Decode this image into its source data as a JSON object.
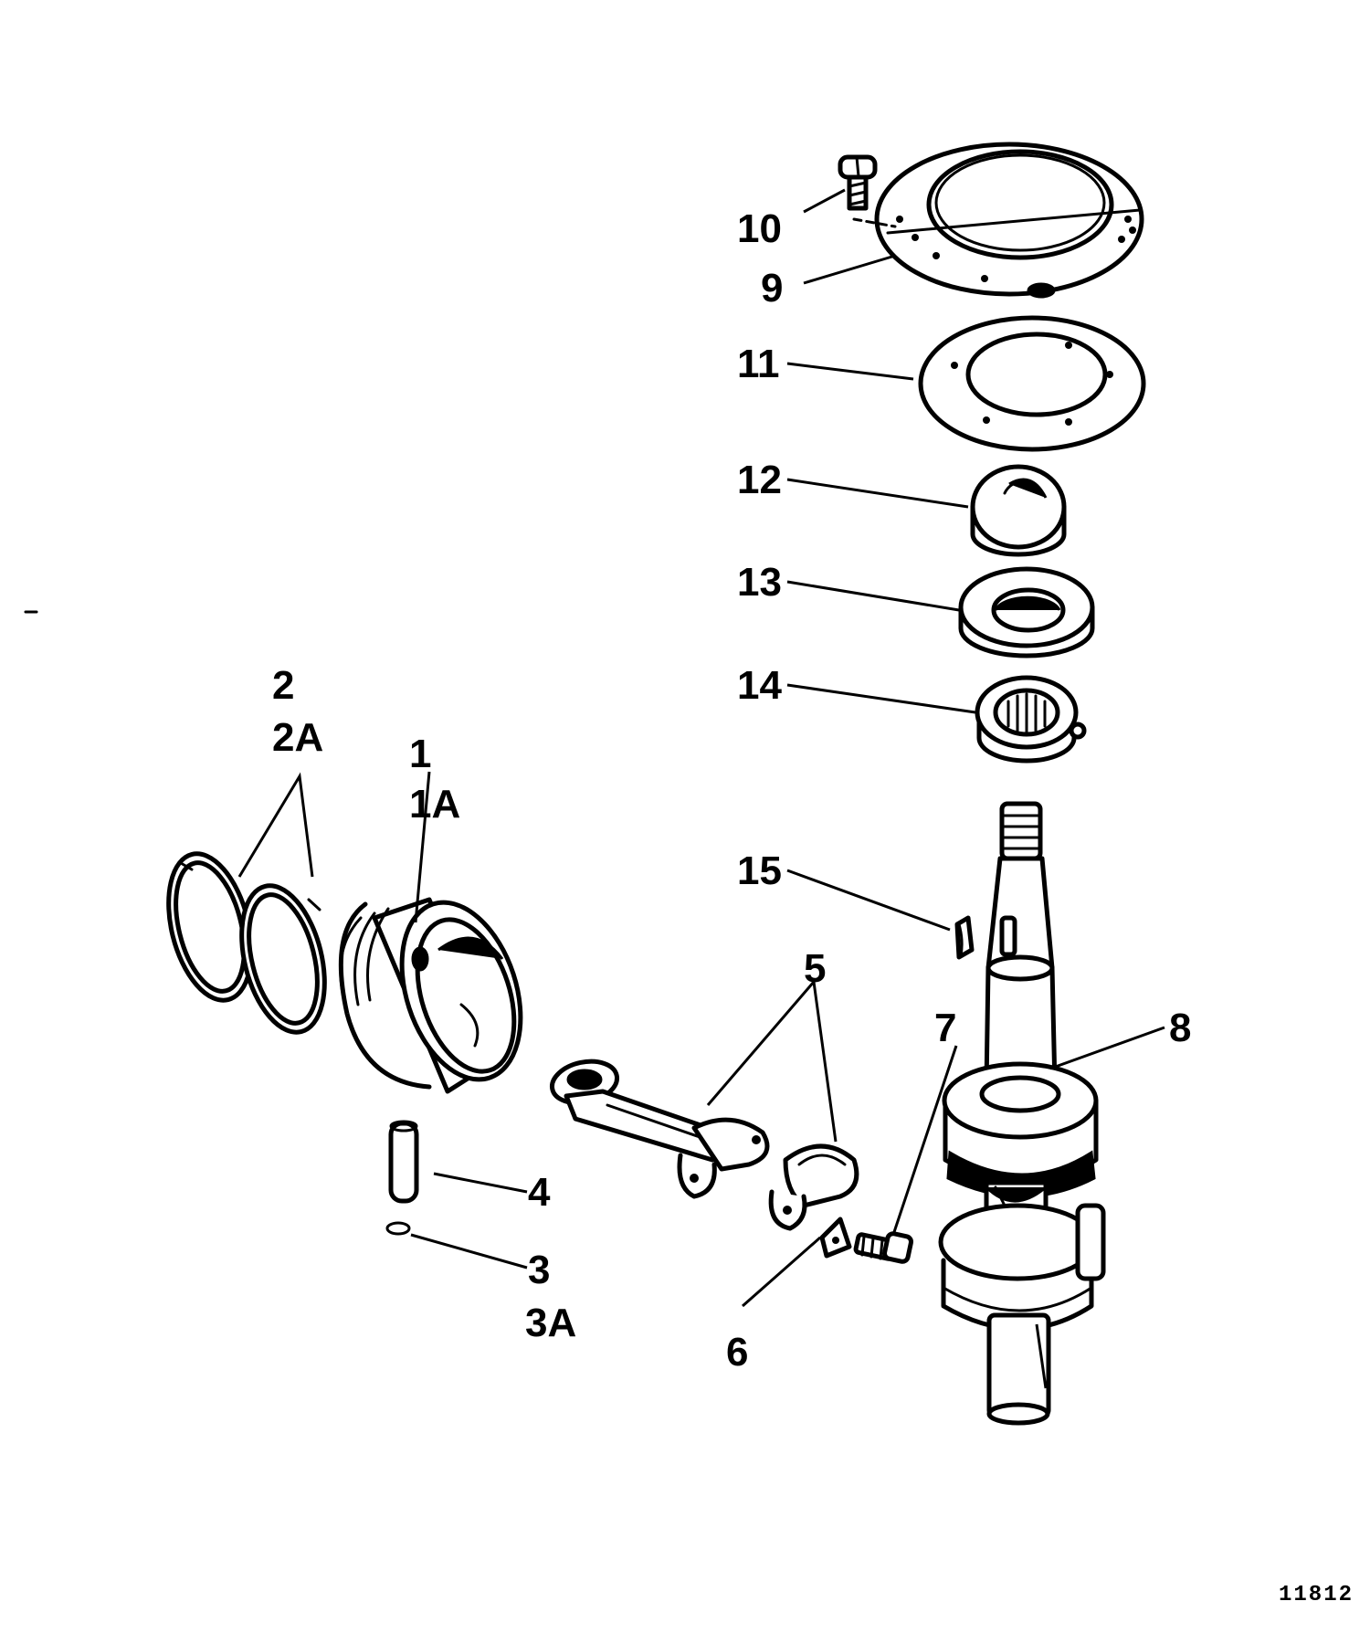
{
  "callouts": {
    "c1": "1",
    "c1a": "1A",
    "c2": "2",
    "c2a": "2A",
    "c3": "3",
    "c3a": "3A",
    "c4": "4",
    "c5": "5",
    "c6": "6",
    "c7": "7",
    "c8": "8",
    "c9": "9",
    "c10": "10",
    "c11": "11",
    "c12": "12",
    "c13": "13",
    "c14": "14",
    "c15": "15"
  },
  "figure_number": "11812",
  "parts": [
    {
      "id": "1",
      "icon": "piston-icon"
    },
    {
      "id": "2",
      "icon": "piston-ring-icon"
    },
    {
      "id": "3",
      "icon": "retaining-clip-icon"
    },
    {
      "id": "4",
      "icon": "piston-pin-icon"
    },
    {
      "id": "5",
      "icon": "connecting-rod-icon"
    },
    {
      "id": "6",
      "icon": "lock-plate-icon"
    },
    {
      "id": "7",
      "icon": "screw-icon"
    },
    {
      "id": "8",
      "icon": "crankshaft-icon"
    },
    {
      "id": "9",
      "icon": "end-cap-icon"
    },
    {
      "id": "10",
      "icon": "screw-icon"
    },
    {
      "id": "11",
      "icon": "gasket-icon"
    },
    {
      "id": "12",
      "icon": "sleeve-icon"
    },
    {
      "id": "13",
      "icon": "oil-seal-icon"
    },
    {
      "id": "14",
      "icon": "needle-bearing-icon"
    },
    {
      "id": "15",
      "icon": "woodruff-key-icon"
    }
  ]
}
